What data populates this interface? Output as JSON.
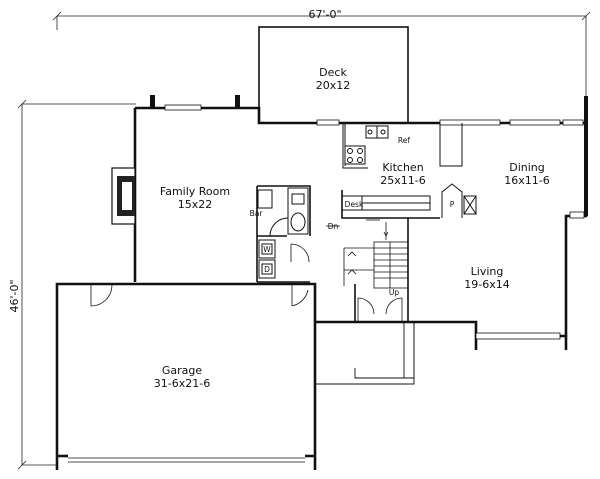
{
  "dimensions": {
    "width": "67'-0\"",
    "depth": "46'-0\""
  },
  "rooms": [
    {
      "id": "deck",
      "name": "Deck",
      "size": "20x12"
    },
    {
      "id": "kitchen",
      "name": "Kitchen",
      "size": "25x11-6"
    },
    {
      "id": "dining",
      "name": "Dining",
      "size": "16x11-6"
    },
    {
      "id": "family",
      "name": "Family Room",
      "size": "15x22"
    },
    {
      "id": "living",
      "name": "Living",
      "size": "19-6x14"
    },
    {
      "id": "garage",
      "name": "Garage",
      "size": "31-6x21-6"
    }
  ],
  "labels": {
    "bar": "Bar",
    "desk": "Desk",
    "dn": "Dn",
    "up": "Up",
    "pantry": "P",
    "washer": "W",
    "dryer": "D",
    "refrigerator": "Ref"
  }
}
